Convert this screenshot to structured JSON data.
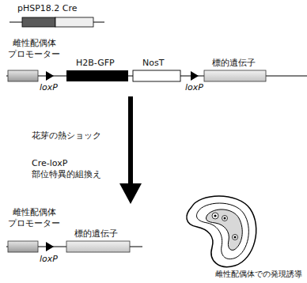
{
  "diagram": {
    "labels": [
      "pHSP18.2 Cre",
      "雌性配偶体 プロモーター",
      "H2B-GFP",
      "NosT",
      "標的遺伝子",
      "loxP",
      "loxP",
      "花芽の熱ショック",
      "Cre-loxP 部位特異的組換え",
      "雌性配偶体 プロモーター",
      "標的遺伝子",
      "loxP",
      "雌性配偶体での発現誘導"
    ]
  }
}
